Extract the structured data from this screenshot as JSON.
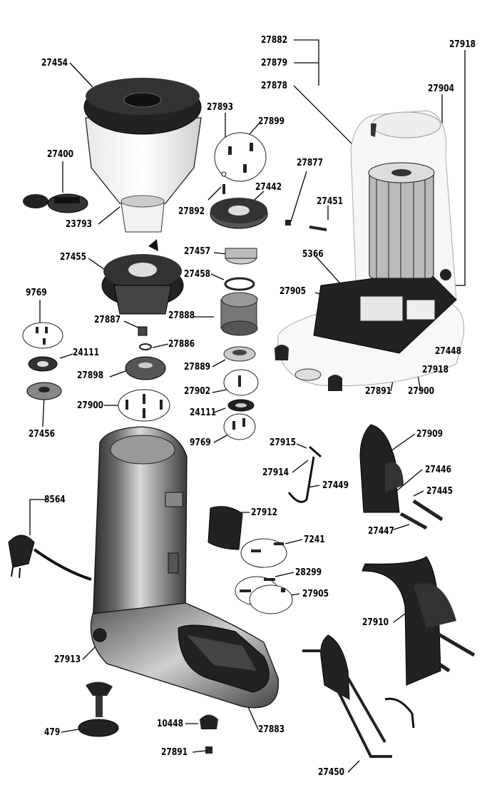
{
  "labels": {
    "l27454": "27454",
    "l27400": "27400",
    "l23793": "23793",
    "l27893": "27893",
    "l27899": "27899",
    "l27892": "27892",
    "l27442": "27442",
    "l27877": "27877",
    "l27451": "27451",
    "l27882": "27882",
    "l27879": "27879",
    "l27878": "27878",
    "l27918a": "27918",
    "l27904": "27904",
    "l27455": "27455",
    "l27457": "27457",
    "l27458": "27458",
    "l5366": "5366",
    "l27905a": "27905",
    "l9769a": "9769",
    "l27887": "27887",
    "l27888": "27888",
    "l27886": "27886",
    "l24111a": "24111",
    "l27898": "27898",
    "l27889": "27889",
    "l27448": "27448",
    "l27918b": "27918",
    "l27891a": "27891",
    "l27900a": "27900",
    "l27902": "27902",
    "l27900b": "27900",
    "l24111b": "24111",
    "l27456": "27456",
    "l9769b": "9769",
    "l27915": "27915",
    "l27909": "27909",
    "l27914": "27914",
    "l27449": "27449",
    "l27446": "27446",
    "l27445": "27445",
    "l8564": "8564",
    "l27912": "27912",
    "l27447": "27447",
    "l7241": "7241",
    "l28299": "28299",
    "l27905b": "27905",
    "l27910": "27910",
    "l27913": "27913",
    "l479": "479",
    "l10448": "10448",
    "l27883": "27883",
    "l27891b": "27891",
    "l27450": "27450"
  }
}
